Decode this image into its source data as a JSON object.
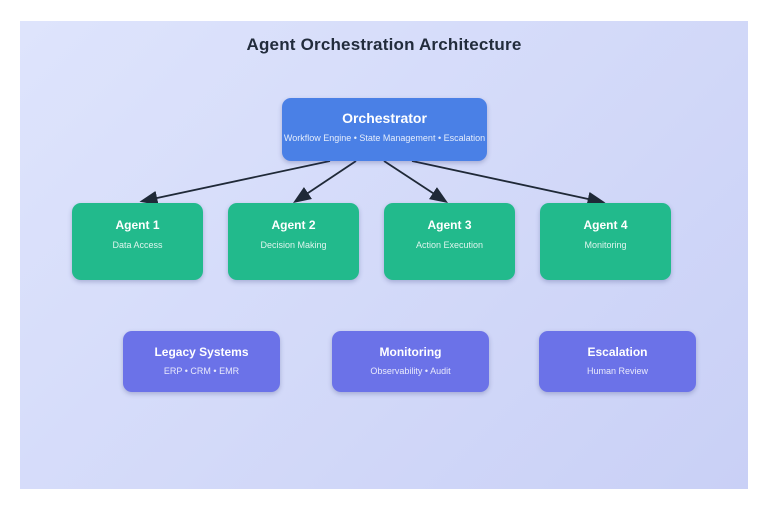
{
  "title": "Agent Orchestration Architecture",
  "colors": {
    "canvas_start": "#dee4fc",
    "canvas_end": "#c9d0f6",
    "title_text": "#222c3c",
    "orchestrator": "#4a80e6",
    "agent": "#22ba8c",
    "system": "#6b72e8",
    "arrow": "#1f2937"
  },
  "orchestrator": {
    "label": "Orchestrator",
    "sublabel": "Workflow Engine • State Management • Escalation"
  },
  "agents": [
    {
      "label": "Agent 1",
      "sublabel": "Data Access"
    },
    {
      "label": "Agent 2",
      "sublabel": "Decision Making"
    },
    {
      "label": "Agent 3",
      "sublabel": "Action Execution"
    },
    {
      "label": "Agent 4",
      "sublabel": "Monitoring"
    }
  ],
  "systems": [
    {
      "label": "Legacy Systems",
      "sublabel": "ERP • CRM • EMR"
    },
    {
      "label": "Monitoring",
      "sublabel": "Observability • Audit"
    },
    {
      "label": "Escalation",
      "sublabel": "Human Review"
    }
  ]
}
